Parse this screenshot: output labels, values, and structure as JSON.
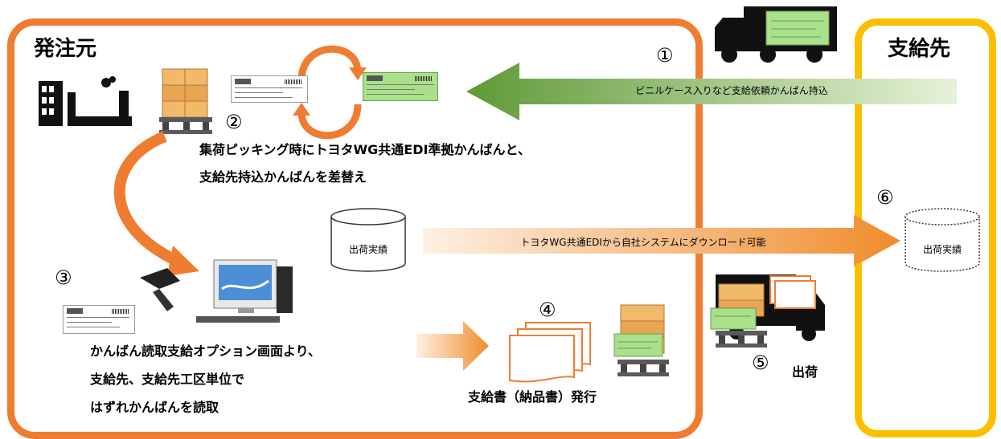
{
  "supplier_origin": {
    "title": "発注元"
  },
  "supplier_dest": {
    "title": "支給先"
  },
  "steps": {
    "s1": "①",
    "s2": "②",
    "s3": "③",
    "s4": "④",
    "s5": "⑤",
    "s6": "⑥"
  },
  "arrows": {
    "carry_in": "ビニルケース入りなど支給依頼かんばん持込",
    "download": "トヨタWG共通EDIから自社システムにダウンロード可能"
  },
  "texts": {
    "swap_line1": "集荷ピッキング時にトヨタWG共通EDI準拠かんばんと、",
    "swap_line2": "支給先持込かんばんを差替え",
    "read_line1": "かんばん読取支給オプション画面より、",
    "read_line2": "支給先、支給先工区単位で",
    "read_line3": "はずれかんばんを読取",
    "issue": "支給書（納品書）発行",
    "ship": "出荷"
  },
  "databases": {
    "origin": "出荷実績",
    "dest": "出荷実績"
  },
  "colors": {
    "orange": "#ee7d31",
    "yellow": "#fcbf00",
    "green": "#6fa842",
    "kanban_green": "#a9e08a"
  }
}
